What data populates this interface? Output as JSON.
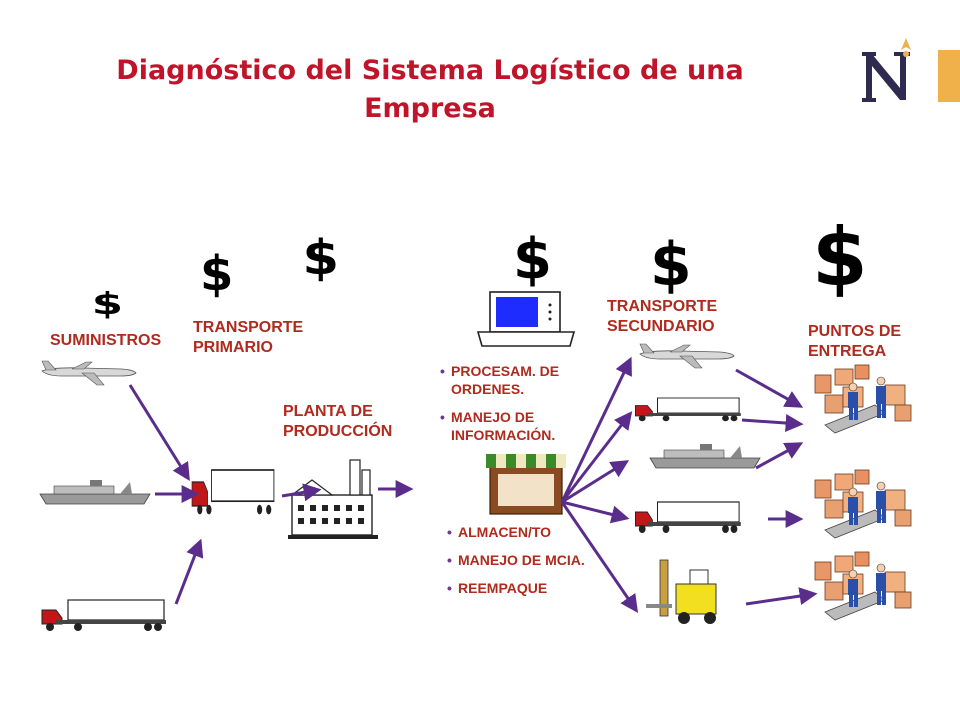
{
  "title": "Diagnóstico del Sistema Logístico de una Empresa",
  "labels": {
    "suministros": "SUMINISTROS",
    "transporte_primario": [
      "TRANSPORTE",
      "PRIMARIO"
    ],
    "planta": [
      "PLANTA DE",
      "PRODUCCIÓN"
    ],
    "transporte_secundario": [
      "TRANSPORTE",
      "SECUNDARIO"
    ],
    "puntos_entrega": [
      "PUNTOS DE",
      "ENTREGA"
    ]
  },
  "dollar_symbol": "$",
  "info_items": [
    "PROCESAM. DE ORDENES.",
    "MANEJO DE INFORMACIÓN."
  ],
  "storage_items": [
    "ALMACEN/TO",
    "MANEJO DE MCIA.",
    "REEMPAQUE"
  ],
  "colors": {
    "title": "#c0142a",
    "label": "#b02a1e",
    "arrow": "#5a2d8c",
    "logo": "#2f2a4f",
    "accent": "#f0b04a"
  },
  "icons": [
    "airplane-icon",
    "ship-icon",
    "truck-icon",
    "factory-icon",
    "computer-icon",
    "store-icon",
    "forklift-icon",
    "boxes-workers-icon",
    "logo-n-icon"
  ]
}
